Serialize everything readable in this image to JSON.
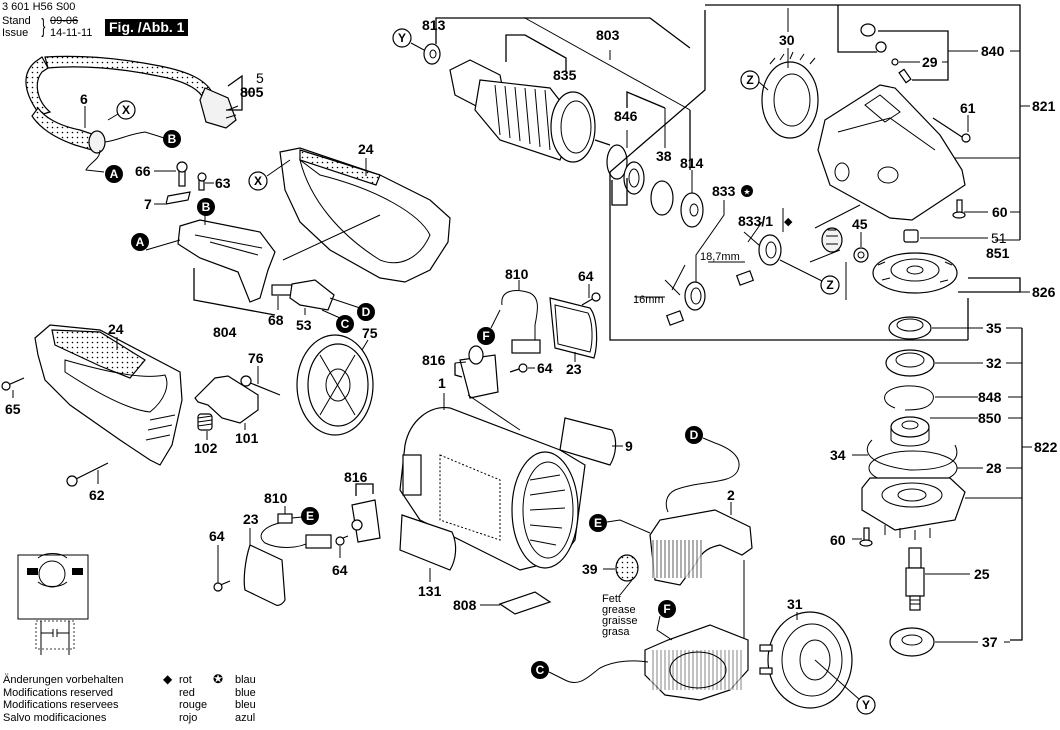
{
  "header": {
    "document_number": "3 601 H56 S00",
    "stand_label": "Stand",
    "issue_label": "Issue",
    "stand_old_date": "09-06",
    "issue_date": "14-11-11",
    "figure_badge": "Fig. /Abb. 1"
  },
  "footer": {
    "modifications_reserved": [
      "Änderungen vorbehalten",
      "Modifications reserved",
      "Modifications reservees",
      "Salvo modificaciones"
    ],
    "legend": {
      "diamond_symbol": "◆",
      "star_symbol": "✪",
      "red": [
        "rot",
        "red",
        "rouge",
        "rojo"
      ],
      "blue": [
        "blau",
        "blue",
        "bleu",
        "azul"
      ]
    }
  },
  "grease_note": [
    "Fett",
    "grease",
    "graisse",
    "grasa"
  ],
  "dimensions": {
    "bearing_large": "18,7mm",
    "bearing_small": "16mm"
  },
  "connectors": {
    "A": "A",
    "B": "B",
    "C": "C",
    "D": "D",
    "E": "E",
    "F": "F",
    "X": "X",
    "Y": "Y",
    "Z": "Z"
  },
  "part_labels": {
    "p5": "5",
    "p805": "805",
    "p6": "6",
    "p66": "66",
    "p63": "63",
    "p7": "7",
    "p24a": "24",
    "p804": "804",
    "p68": "68",
    "p53": "53",
    "p75": "75",
    "p24b": "24",
    "p65": "65",
    "p62": "62",
    "p76": "76",
    "p101": "101",
    "p102": "102",
    "p813": "813",
    "p835": "835",
    "p803": "803",
    "p846": "846",
    "p38": "38",
    "p814": "814",
    "p833": "833",
    "p833_1": "833/1",
    "p30": "30",
    "p840": "840",
    "p29": "29",
    "p61": "61",
    "p821": "821",
    "p60a": "60",
    "p51": "51",
    "p851": "851",
    "p45": "45",
    "p826": "826",
    "p35": "35",
    "p32": "32",
    "p848": "848",
    "p850": "850",
    "p34": "34",
    "p28": "28",
    "p822": "822",
    "p60b": "60",
    "p25": "25",
    "p37": "37",
    "p810a": "810",
    "p64a": "64",
    "p816a": "816",
    "p64b": "64",
    "p23a": "23",
    "p1": "1",
    "p9": "9",
    "p816b": "816",
    "p810b": "810",
    "p23b": "23",
    "p64c": "64",
    "p64d": "64",
    "p131": "131",
    "p808": "808",
    "p2": "2",
    "p39": "39",
    "p31": "31"
  }
}
